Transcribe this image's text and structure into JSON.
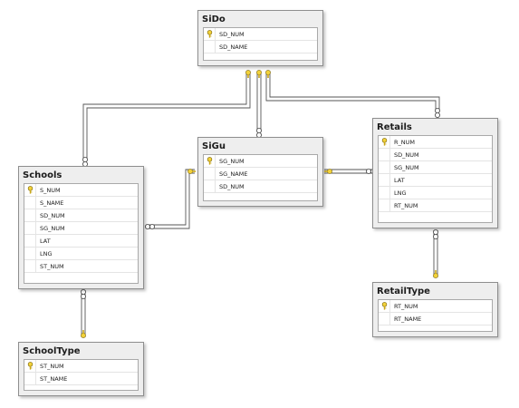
{
  "colors": {
    "background": "#ffffff",
    "table_fill": "#eeeeee",
    "table_border": "#8e8e8e",
    "line": "#555555",
    "key": "#d9b516"
  },
  "tables": {
    "sido": {
      "title": "SiDo",
      "columns": [
        {
          "name": "SD_NUM",
          "pk": true
        },
        {
          "name": "SD_NAME",
          "pk": false
        }
      ]
    },
    "sigu": {
      "title": "SiGu",
      "columns": [
        {
          "name": "SG_NUM",
          "pk": true
        },
        {
          "name": "SG_NAME",
          "pk": false
        },
        {
          "name": "SD_NUM",
          "pk": false
        }
      ]
    },
    "retails": {
      "title": "Retails",
      "columns": [
        {
          "name": "R_NUM",
          "pk": true
        },
        {
          "name": "SD_NUM",
          "pk": false
        },
        {
          "name": "SG_NUM",
          "pk": false
        },
        {
          "name": "LAT",
          "pk": false
        },
        {
          "name": "LNG",
          "pk": false
        },
        {
          "name": "RT_NUM",
          "pk": false
        }
      ]
    },
    "schools": {
      "title": "Schools",
      "columns": [
        {
          "name": "S_NUM",
          "pk": true
        },
        {
          "name": "S_NAME",
          "pk": false
        },
        {
          "name": "SD_NUM",
          "pk": false
        },
        {
          "name": "SG_NUM",
          "pk": false
        },
        {
          "name": "LAT",
          "pk": false
        },
        {
          "name": "LNG",
          "pk": false
        },
        {
          "name": "ST_NUM",
          "pk": false
        }
      ]
    },
    "retailtype": {
      "title": "RetailType",
      "columns": [
        {
          "name": "RT_NUM",
          "pk": true
        },
        {
          "name": "RT_NAME",
          "pk": false
        }
      ]
    },
    "schooltype": {
      "title": "SchoolType",
      "columns": [
        {
          "name": "ST_NUM",
          "pk": true
        },
        {
          "name": "ST_NAME",
          "pk": false
        }
      ]
    }
  },
  "relationships": [
    {
      "name": "rel-sido-schools",
      "from": "SiDo",
      "to": "Schools"
    },
    {
      "name": "rel-sido-sigu",
      "from": "SiDo",
      "to": "SiGu"
    },
    {
      "name": "rel-sido-retails",
      "from": "SiDo",
      "to": "Retails"
    },
    {
      "name": "rel-sigu-schools",
      "from": "SiGu",
      "to": "Schools"
    },
    {
      "name": "rel-sigu-retails",
      "from": "SiGu",
      "to": "Retails"
    },
    {
      "name": "rel-retailtype-retails",
      "from": "RetailType",
      "to": "Retails"
    },
    {
      "name": "rel-schooltype-schools",
      "from": "SchoolType",
      "to": "Schools"
    }
  ]
}
